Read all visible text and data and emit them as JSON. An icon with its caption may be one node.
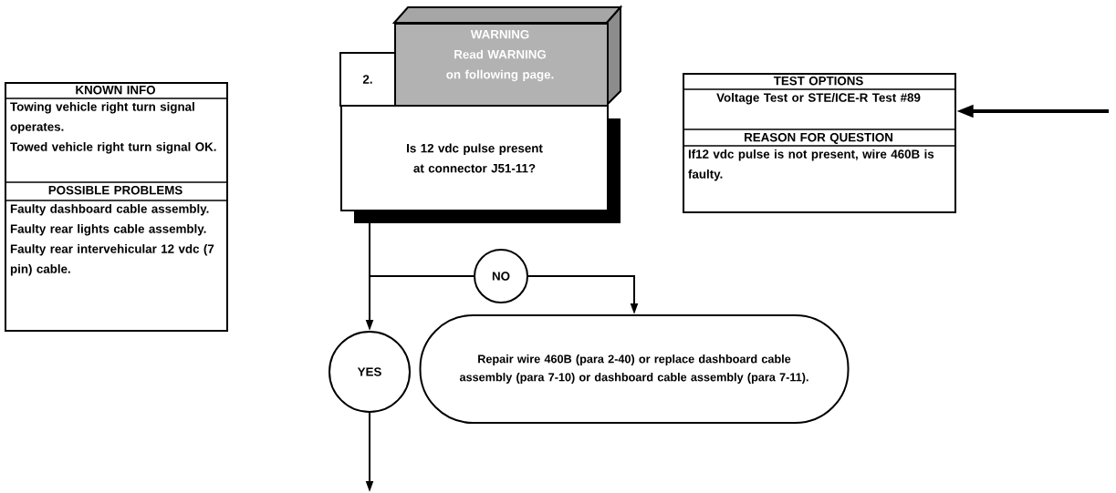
{
  "diagram": {
    "nodes": [
      {
        "text": [
          "KNOWN INFO",
          "Towing vehicle right turn signal operates.",
          "Towed vehicle right turn signal OK.",
          "POSSIBLE PROBLEMS",
          "Faulty dashboard cable assembly.",
          "Faulty rear lights cable assembly.",
          "Faulty rear intervehicular 12 vdc (7 pin) cable."
        ]
      },
      {
        "text": [
          "2."
        ]
      },
      {
        "text": [
          "WARNING",
          "Read WARNING on following page."
        ]
      },
      {
        "text": [
          "Is 12 vdc pulse present at connector J51-11?"
        ]
      },
      {
        "text": [
          "TEST OPTIONS",
          "Voltage Test or STE/ICE-R Test #89",
          "REASON FOR QUESTION",
          "If12 vdc pulse is not present, wire 460B is faulty."
        ]
      },
      {
        "text": [
          "NO"
        ]
      },
      {
        "text": [
          "YES"
        ]
      },
      {
        "text": [
          "Repair wire 460B (para 2-40) or replace dashboard cable assembly (para 7-10) or dashboard cable assembly (para 7-11)."
        ]
      }
    ],
    "edges": [
      {
        "from": 3,
        "to": 6,
        "arrow": "to"
      },
      {
        "from": 3,
        "to": 5,
        "arrow": "none"
      },
      {
        "from": 5,
        "to": 7,
        "arrow": "to"
      },
      {
        "from": 6,
        "to": null,
        "arrow": "to"
      },
      {
        "from": null,
        "to": 4,
        "arrow": "to",
        "style": "thick"
      }
    ]
  }
}
